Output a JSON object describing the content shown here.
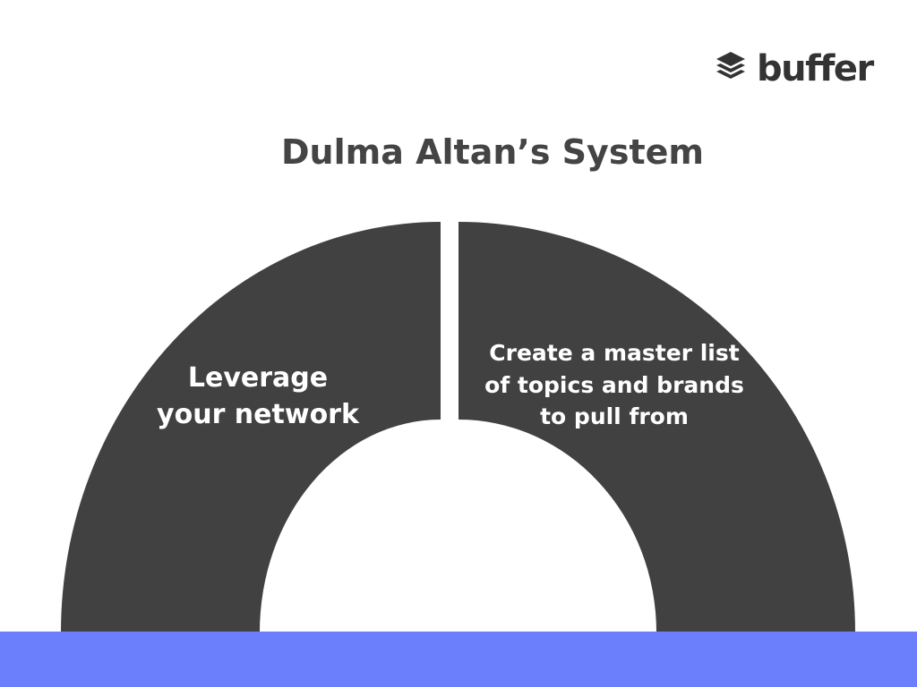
{
  "brand": {
    "logo_text": "buffer",
    "logo_icon": "stacked-layers-icon"
  },
  "title": "Dulma Altan’s System",
  "segments": [
    {
      "label_line1": "Leverage",
      "label_line2": "your network"
    },
    {
      "label_line1": "Create a master list",
      "label_line2": "of topics and brands",
      "label_line3": "to pull from"
    }
  ],
  "colors": {
    "segment_fill": "#414141",
    "bottom_bar": "#6b7ffc",
    "title": "#444444",
    "logo": "#333333",
    "background": "#ffffff"
  }
}
